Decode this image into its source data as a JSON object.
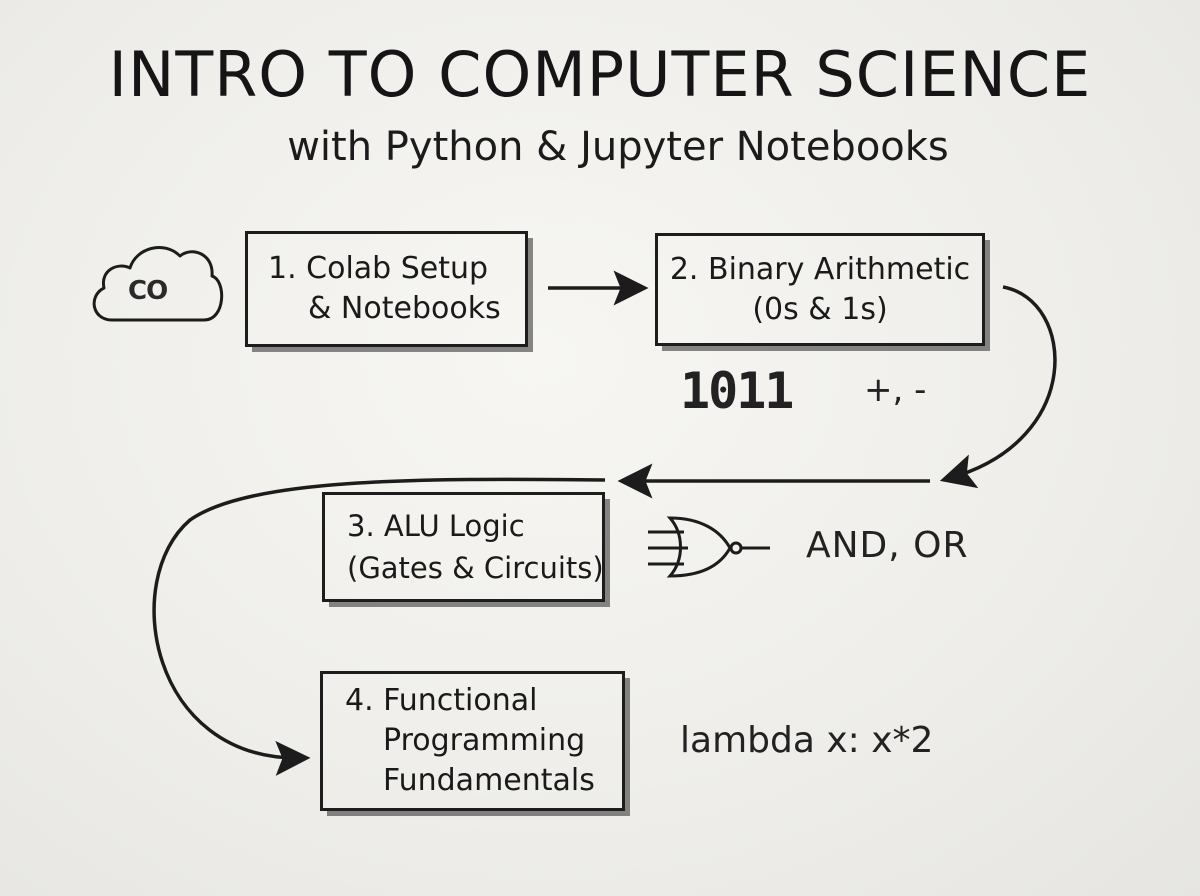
{
  "header": {
    "title": "INTRO TO COMPUTER SCIENCE",
    "subtitle": "with Python & Jupyter Notebooks"
  },
  "cloud_logo": {
    "icon": "colab-cloud-icon",
    "text": "CO"
  },
  "steps": [
    {
      "lines": [
        "1. Colab Setup",
        "& Notebooks"
      ]
    },
    {
      "lines": [
        "2. Binary Arithmetic",
        "(0s & 1s)"
      ]
    },
    {
      "lines": [
        "3. ALU Logic",
        "(Gates & Circuits)"
      ]
    },
    {
      "lines": [
        "4. Functional",
        "Programming",
        "Fundamentals"
      ]
    }
  ],
  "annotations": {
    "binary_example": "1011",
    "binary_ops": "+, -",
    "gate_icon": "nor-gate-icon",
    "gate_labels": "AND, OR",
    "lambda_example": "lambda x: x*2"
  },
  "colors": {
    "ink": "#1c1c1c",
    "board": "#f2f1ee"
  }
}
